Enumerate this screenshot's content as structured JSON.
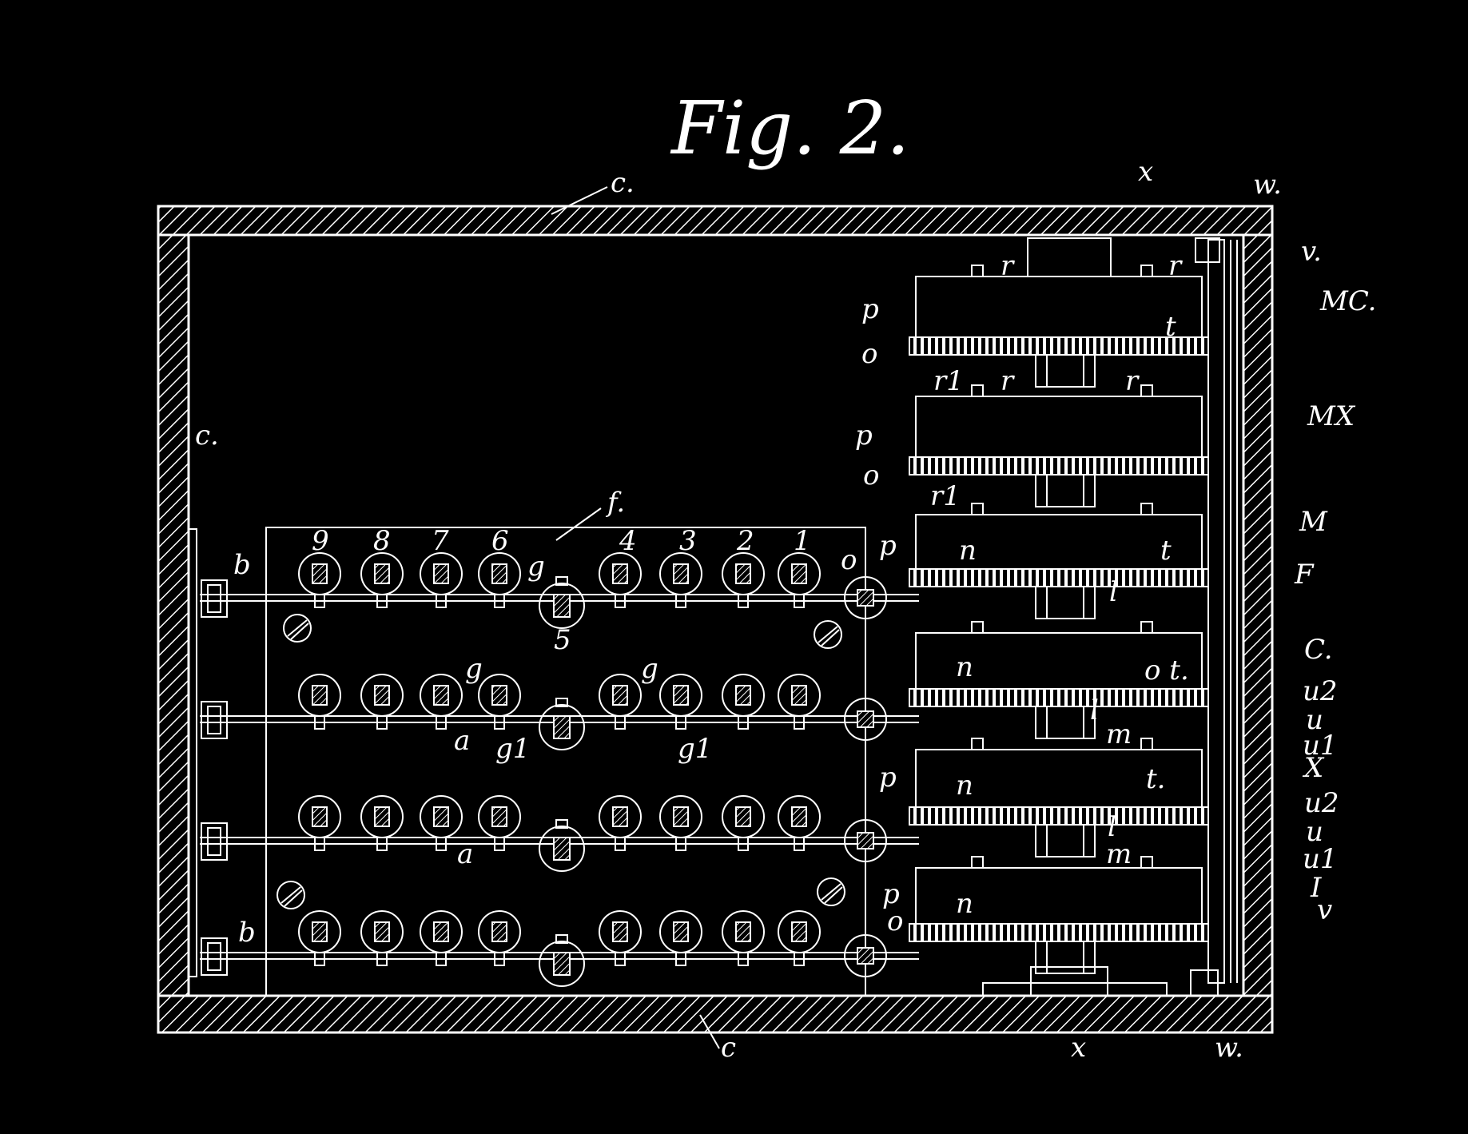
{
  "figure": {
    "title": "Fig. 2.",
    "colors": {
      "background": "#000000",
      "ink": "#ffffff"
    }
  },
  "labels": {
    "case": "c.",
    "case_left": "c.",
    "case_bottom": "c",
    "frame": "f.",
    "bolt": "b",
    "bolt_bottom": "b",
    "key_a": "a",
    "key_a2": "a",
    "key_g": "g",
    "key_g_mid": "g",
    "key_g_mid2": "g",
    "key_g1": "g1",
    "key_g1b": "g1",
    "shaft_o": "o",
    "w_top": "w.",
    "w_bottom": "w.",
    "x_top": "x",
    "x_bottom": "x",
    "v": "v.",
    "v_bottom": "v",
    "p1": "p",
    "p2": "p",
    "p3": "p",
    "p4": "p",
    "p5": "p",
    "o1": "o",
    "o2": "o",
    "o3": "o",
    "r1": "r",
    "r2": "r",
    "r3": "r1",
    "r4": "r",
    "r5": "r",
    "r6": "r1",
    "n1": "n",
    "n2": "n",
    "n3": "n",
    "n4": "n",
    "t1": "t",
    "t2": "t",
    "t3": "o t.",
    "t4": "t.",
    "l1": "l",
    "l2": "l",
    "l3": "l",
    "m1": "m",
    "m2": "m",
    "MC": "MC.",
    "MX": "MX",
    "M": "M",
    "F": "F",
    "C": "C.",
    "u2a": "u2",
    "ua": "u",
    "u1a": "u1",
    "X": "X",
    "u2b": "u2",
    "ub": "u",
    "u1b": "u1",
    "I": "I"
  },
  "keys": {
    "top_row_numbers": [
      "9",
      "8",
      "7",
      "6",
      "4",
      "3",
      "2",
      "1"
    ],
    "key_5": "5"
  }
}
